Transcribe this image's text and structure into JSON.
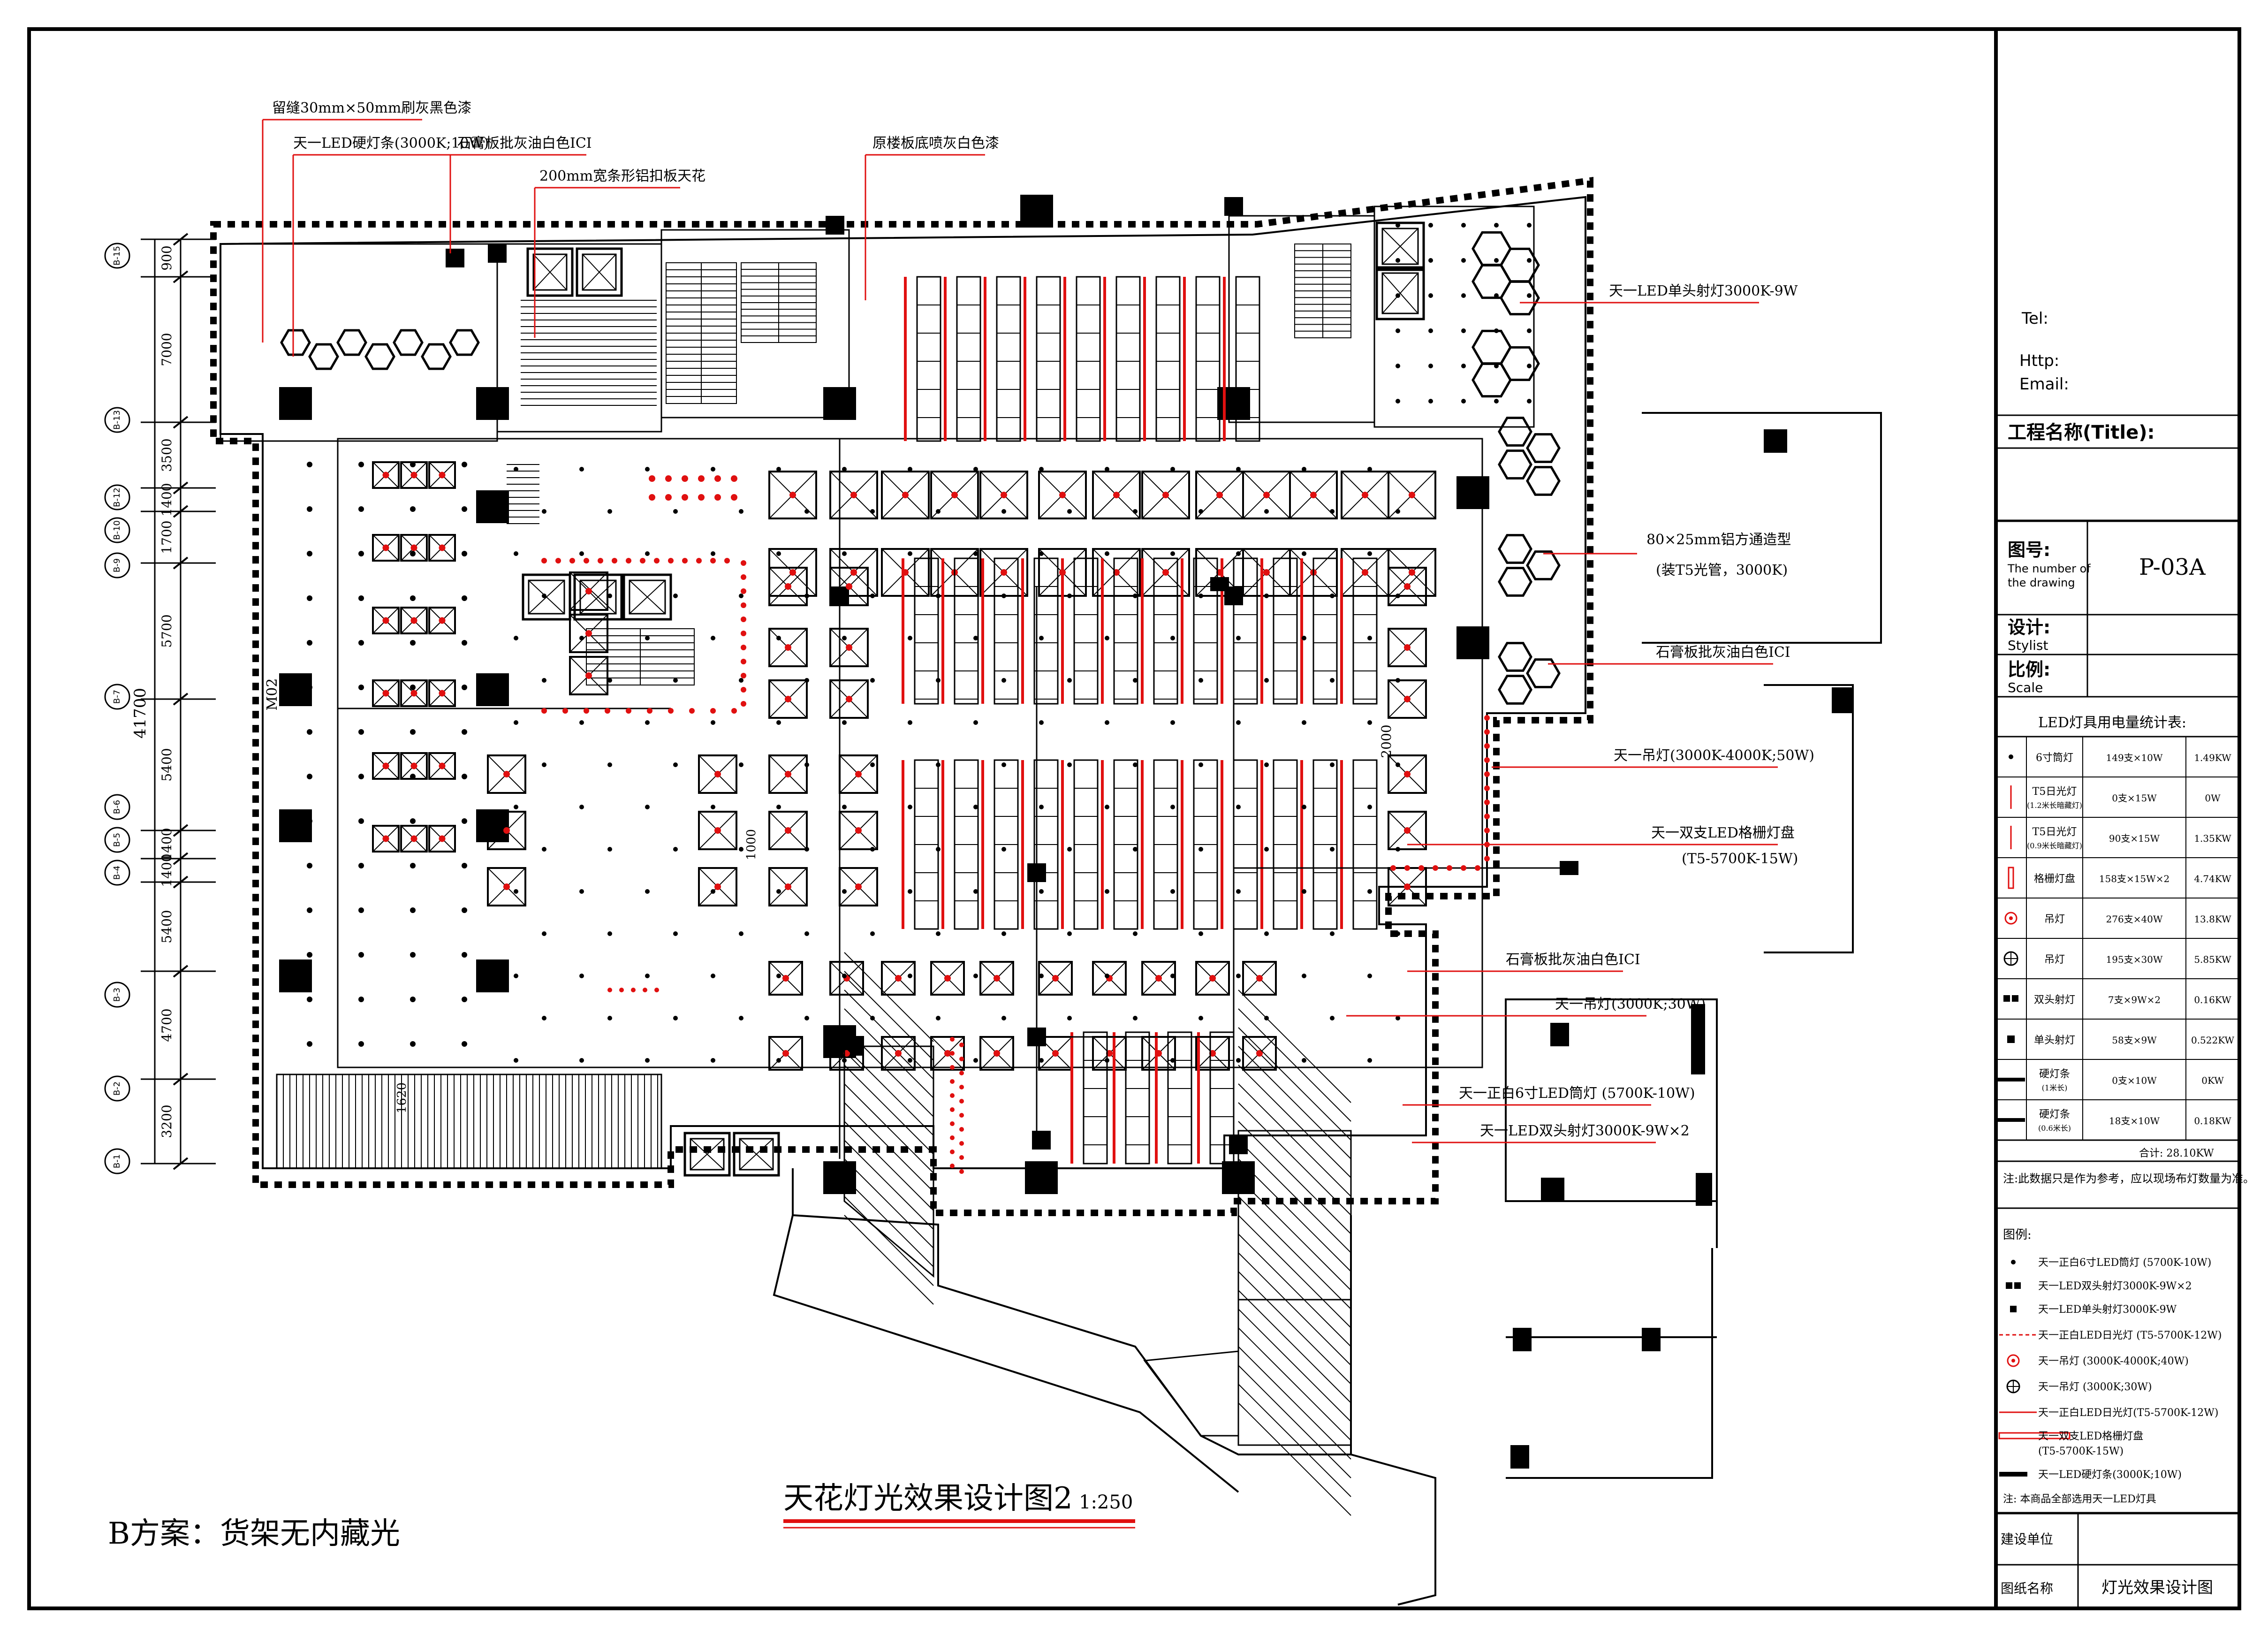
{
  "drawing": {
    "title": "天花灯光效果设计图2",
    "scale": "1:250",
    "scheme": "B方案：货架无内藏光"
  },
  "dimensions": {
    "left_labels": [
      "900",
      "7000",
      "3500",
      "1400",
      "1700",
      "5700",
      "5400",
      "1400",
      "1400",
      "5400",
      "4700",
      "3200"
    ],
    "total": "41700",
    "axis_labels": [
      "B-15",
      "B-13",
      "B-12",
      "B-10",
      "B-9",
      "B-7",
      "B-6",
      "B-5",
      "B-4",
      "B-3",
      "B-2",
      "B-1"
    ],
    "inner": [
      "2000",
      "1000",
      "1620"
    ],
    "side_label": "M02"
  },
  "annotations": [
    {
      "text": "留缝30mm×50mm刷灰黑色漆"
    },
    {
      "text": "天一LED硬灯条(3000K;10W)"
    },
    {
      "text": "石膏板批灰油白色ICI"
    },
    {
      "text": "200mm宽条形铝扣板天花"
    },
    {
      "text": "原楼板底喷灰白色漆"
    },
    {
      "text": "天一LED单头射灯3000K-9W"
    },
    {
      "text": "80×25mm铝方通造型"
    },
    {
      "text": "(装T5光管，3000K)"
    },
    {
      "text": "石膏板批灰油白色ICI"
    },
    {
      "text": "天一吊灯(3000K-4000K;50W)"
    },
    {
      "text": "天一双支LED格栅灯盘"
    },
    {
      "text": "(T5-5700K-15W)"
    },
    {
      "text": "石膏板批灰油白色ICI"
    },
    {
      "text": "天一吊灯(3000K;30W)"
    },
    {
      "text": "天一正白6寸LED筒灯 (5700K-10W)"
    },
    {
      "text": "天一LED双头射灯3000K-9W×2"
    }
  ],
  "title_block": {
    "tel": "Tel:",
    "http": "Http:",
    "email": "Email:",
    "project_label": "工程名称(Title):",
    "drawing_no_label": "图号:",
    "drawing_no_en": "The number of",
    "drawing_no_en2": "the drawing",
    "drawing_no": "P-03A",
    "stylist_label": "设计:",
    "stylist_en": "Stylist",
    "scale_label": "比例:",
    "scale_en": "Scale",
    "stats_title": "LED灯具用电量统计表:",
    "stats_rows": [
      {
        "name": "6寸筒灯",
        "sub": "",
        "qty": "149支×10W",
        "power": "1.49KW"
      },
      {
        "name": "T5日光灯",
        "sub": "(1.2米长暗藏灯)",
        "qty": "0支×15W",
        "power": "0W"
      },
      {
        "name": "T5日光灯",
        "sub": "(0.9米长暗藏灯)",
        "qty": "90支×15W",
        "power": "1.35KW"
      },
      {
        "name": "格栅灯盘",
        "sub": "",
        "qty": "158支×15W×2",
        "power": "4.74KW"
      },
      {
        "name": "吊灯",
        "sub": "",
        "qty": "276支×40W",
        "power": "13.8KW"
      },
      {
        "name": "吊灯",
        "sub": "",
        "qty": "195支×30W",
        "power": "5.85KW"
      },
      {
        "name": "双头射灯",
        "sub": "",
        "qty": "7支×9W×2",
        "power": "0.16KW"
      },
      {
        "name": "单头射灯",
        "sub": "",
        "qty": "58支×9W",
        "power": "0.522KW"
      },
      {
        "name": "硬灯条",
        "sub": "(1米长)",
        "qty": "0支×10W",
        "power": "0KW"
      },
      {
        "name": "硬灯条",
        "sub": "(0.6米长)",
        "qty": "18支×10W",
        "power": "0.18KW"
      }
    ],
    "total": "合计: 28.10KW",
    "note": "注:此数据只是作为参考，应以现场布灯数量为准。",
    "legend_title": "图例:",
    "legend": [
      "天一正白6寸LED筒灯 (5700K-10W)",
      "天一LED双头射灯3000K-9W×2",
      "天一LED单头射灯3000K-9W",
      "天一正白LED日光灯 (T5-5700K-12W)",
      "天一吊灯 (3000K-4000K;40W)",
      "天一吊灯 (3000K;30W)",
      "天一正白LED日光灯(T5-5700K-12W)",
      "天一双支LED格栅灯盘",
      "(T5-5700K-15W)",
      "天一LED硬灯条(3000K;10W)"
    ],
    "legend_note": "注: 本商品全部选用天一LED灯具",
    "client_label": "建设单位",
    "sheet_name_label": "图纸名称",
    "sheet_name": "灯光效果设计图"
  }
}
